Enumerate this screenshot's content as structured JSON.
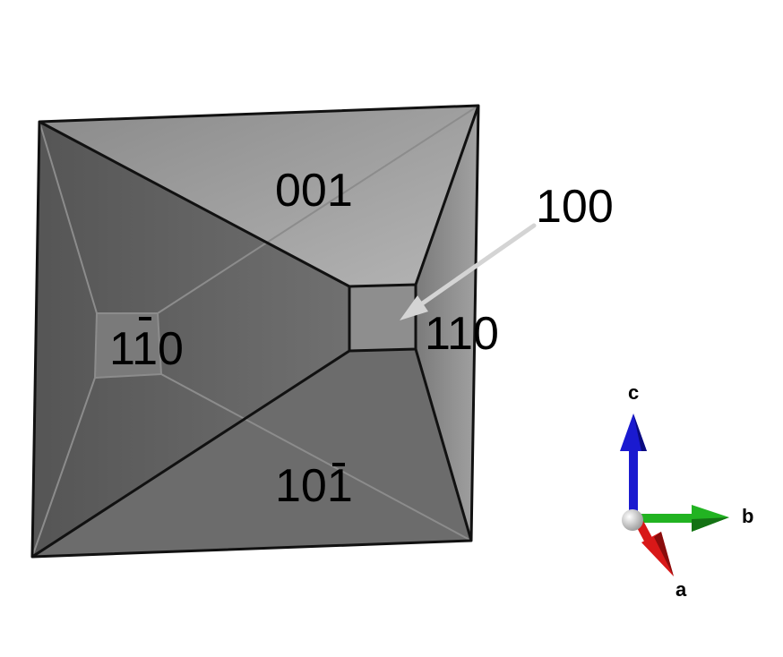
{
  "face_labels": {
    "f001": "001",
    "f100": "100",
    "f110": "110",
    "f1m10": {
      "pre": "1",
      "bar": "1",
      "post": "0"
    },
    "f10m1": {
      "pre": "10",
      "bar": "1"
    }
  },
  "axes": {
    "a": "a",
    "b": "b",
    "c": "c"
  },
  "colors": {
    "axis_a": "#d81818",
    "axis_b": "#22b322",
    "axis_c": "#1a1ad0",
    "origin": "#c8c8c8",
    "top_face": "#a6a6a6",
    "front_face": "#5e5e5e",
    "arrow": "#d4d4d4"
  }
}
